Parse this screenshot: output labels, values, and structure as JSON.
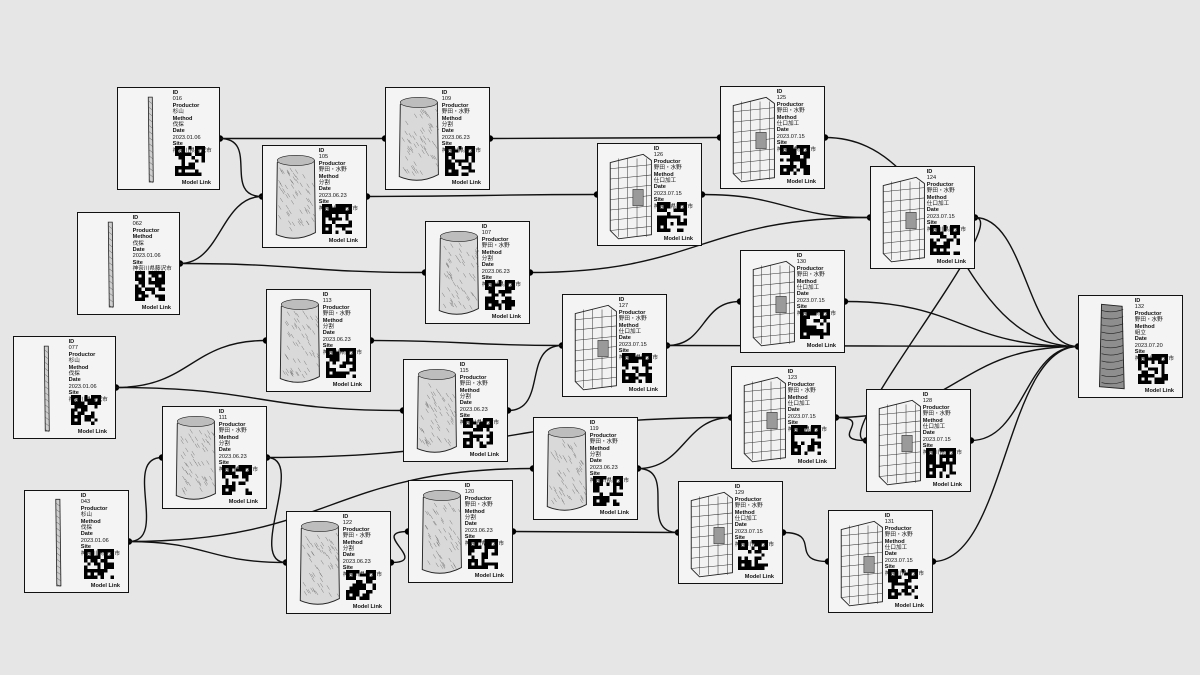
{
  "labels": {
    "id": "ID",
    "productor": "Productor",
    "method": "Method",
    "date": "Date",
    "site": "Site",
    "model_link": "Model Link"
  },
  "nodes": [
    {
      "key": "n016",
      "id": "016",
      "productor": "杉山",
      "method": "伐採",
      "date": "2023.01.06",
      "site": "神奈川県藤沢市",
      "shape": "pole"
    },
    {
      "key": "n062",
      "id": "062",
      "productor": "",
      "method": "伐採",
      "date": "2023.01.06",
      "site": "神奈川県藤沢市",
      "shape": "pole"
    },
    {
      "key": "n077",
      "id": "077",
      "productor": "杉山",
      "method": "伐採",
      "date": "2023.01.06",
      "site": "神奈川県藤沢市",
      "shape": "pole"
    },
    {
      "key": "n043",
      "id": "043",
      "productor": "杉山",
      "method": "伐採",
      "date": "2023.01.06",
      "site": "神奈川県藤沢市",
      "shape": "pole"
    },
    {
      "key": "n109",
      "id": "109",
      "productor": "野田・水野",
      "method": "分割",
      "date": "2023.06.23",
      "site": "神奈川県藤沢市",
      "shape": "log"
    },
    {
      "key": "n105",
      "id": "105",
      "productor": "野田・水野",
      "method": "分割",
      "date": "2023.06.23",
      "site": "神奈川県藤沢市",
      "shape": "log"
    },
    {
      "key": "n107",
      "id": "107",
      "productor": "野田・水野",
      "method": "分割",
      "date": "2023.06.23",
      "site": "神奈川県藤沢市",
      "shape": "log"
    },
    {
      "key": "n113",
      "id": "113",
      "productor": "野田・水野",
      "method": "分割",
      "date": "2023.06.23",
      "site": "神奈川県藤沢市",
      "shape": "log"
    },
    {
      "key": "n115",
      "id": "115",
      "productor": "野田・水野",
      "method": "分割",
      "date": "2023.06.23",
      "site": "神奈川県藤沢市",
      "shape": "log"
    },
    {
      "key": "n111",
      "id": "111",
      "productor": "野田・水野",
      "method": "分割",
      "date": "2023.06.23",
      "site": "神奈川県藤沢市",
      "shape": "log"
    },
    {
      "key": "n119",
      "id": "119",
      "productor": "野田・水野",
      "method": "分割",
      "date": "2023.06.23",
      "site": "神奈川県藤沢市",
      "shape": "log"
    },
    {
      "key": "n120",
      "id": "120",
      "productor": "野田・水野",
      "method": "分割",
      "date": "2023.06.23",
      "site": "神奈川県藤沢市",
      "shape": "log"
    },
    {
      "key": "n122",
      "id": "122",
      "productor": "野田・水野",
      "method": "分割",
      "date": "2023.06.23",
      "site": "神奈川県藤沢市",
      "shape": "log"
    },
    {
      "key": "n125",
      "id": "125",
      "productor": "野田・水野",
      "method": "仕口加工",
      "date": "2023.07.15",
      "site": "神奈川県藤沢市",
      "shape": "block"
    },
    {
      "key": "n126",
      "id": "126",
      "productor": "野田・水野",
      "method": "仕口加工",
      "date": "2023.07.15",
      "site": "神奈川県藤沢市",
      "shape": "block"
    },
    {
      "key": "n127",
      "id": "127",
      "productor": "野田・水野",
      "method": "仕口加工",
      "date": "2023.07.15",
      "site": "神奈川県藤沢市",
      "shape": "block"
    },
    {
      "key": "n130",
      "id": "130",
      "productor": "野田・水野",
      "method": "仕口加工",
      "date": "2023.07.15",
      "site": "神奈川県藤沢市",
      "shape": "block"
    },
    {
      "key": "n123",
      "id": "123",
      "productor": "野田・水野",
      "method": "仕口加工",
      "date": "2023.07.15",
      "site": "神奈川県藤沢市",
      "shape": "block"
    },
    {
      "key": "n129",
      "id": "129",
      "productor": "野田・水野",
      "method": "仕口加工",
      "date": "2023.07.15",
      "site": "神奈川県藤沢市",
      "shape": "block"
    },
    {
      "key": "n124",
      "id": "124",
      "productor": "野田・水野",
      "method": "仕口加工",
      "date": "2023.07.15",
      "site": "神奈川県藤沢市",
      "shape": "block"
    },
    {
      "key": "n128",
      "id": "128",
      "productor": "野田・水野",
      "method": "仕口加工",
      "date": "2023.07.15",
      "site": "神奈川県藤沢市",
      "shape": "block"
    },
    {
      "key": "n131",
      "id": "131",
      "productor": "野田・水野",
      "method": "仕口加工",
      "date": "2023.07.15",
      "site": "神奈川県藤沢市",
      "shape": "block"
    },
    {
      "key": "n132",
      "id": "132",
      "productor": "野田・水野",
      "method": "組立",
      "date": "2023.07.20",
      "site": "神奈川県藤沢市",
      "shape": "bark"
    }
  ],
  "edges": [
    [
      "n016",
      "n109"
    ],
    [
      "n109",
      "n125"
    ],
    [
      "n125",
      "n132"
    ],
    [
      "n016",
      "n105"
    ],
    [
      "n105",
      "n126"
    ],
    [
      "n126",
      "n124"
    ],
    [
      "n124",
      "n132"
    ],
    [
      "n062",
      "n105"
    ],
    [
      "n062",
      "n107"
    ],
    [
      "n107",
      "n124"
    ],
    [
      "n077",
      "n113"
    ],
    [
      "n113",
      "n127"
    ],
    [
      "n127",
      "n132"
    ],
    [
      "n077",
      "n115"
    ],
    [
      "n115",
      "n127"
    ],
    [
      "n127",
      "n130"
    ],
    [
      "n130",
      "n132"
    ],
    [
      "n043",
      "n111"
    ],
    [
      "n111",
      "n123"
    ],
    [
      "n123",
      "n128"
    ],
    [
      "n128",
      "n132"
    ],
    [
      "n043",
      "n119"
    ],
    [
      "n119",
      "n123"
    ],
    [
      "n043",
      "n122"
    ],
    [
      "n122",
      "n120"
    ],
    [
      "n120",
      "n129"
    ],
    [
      "n129",
      "n131"
    ],
    [
      "n131",
      "n132"
    ],
    [
      "n111",
      "n122"
    ],
    [
      "n119",
      "n129"
    ],
    [
      "n123",
      "n132"
    ],
    [
      "n124",
      "n128"
    ]
  ]
}
